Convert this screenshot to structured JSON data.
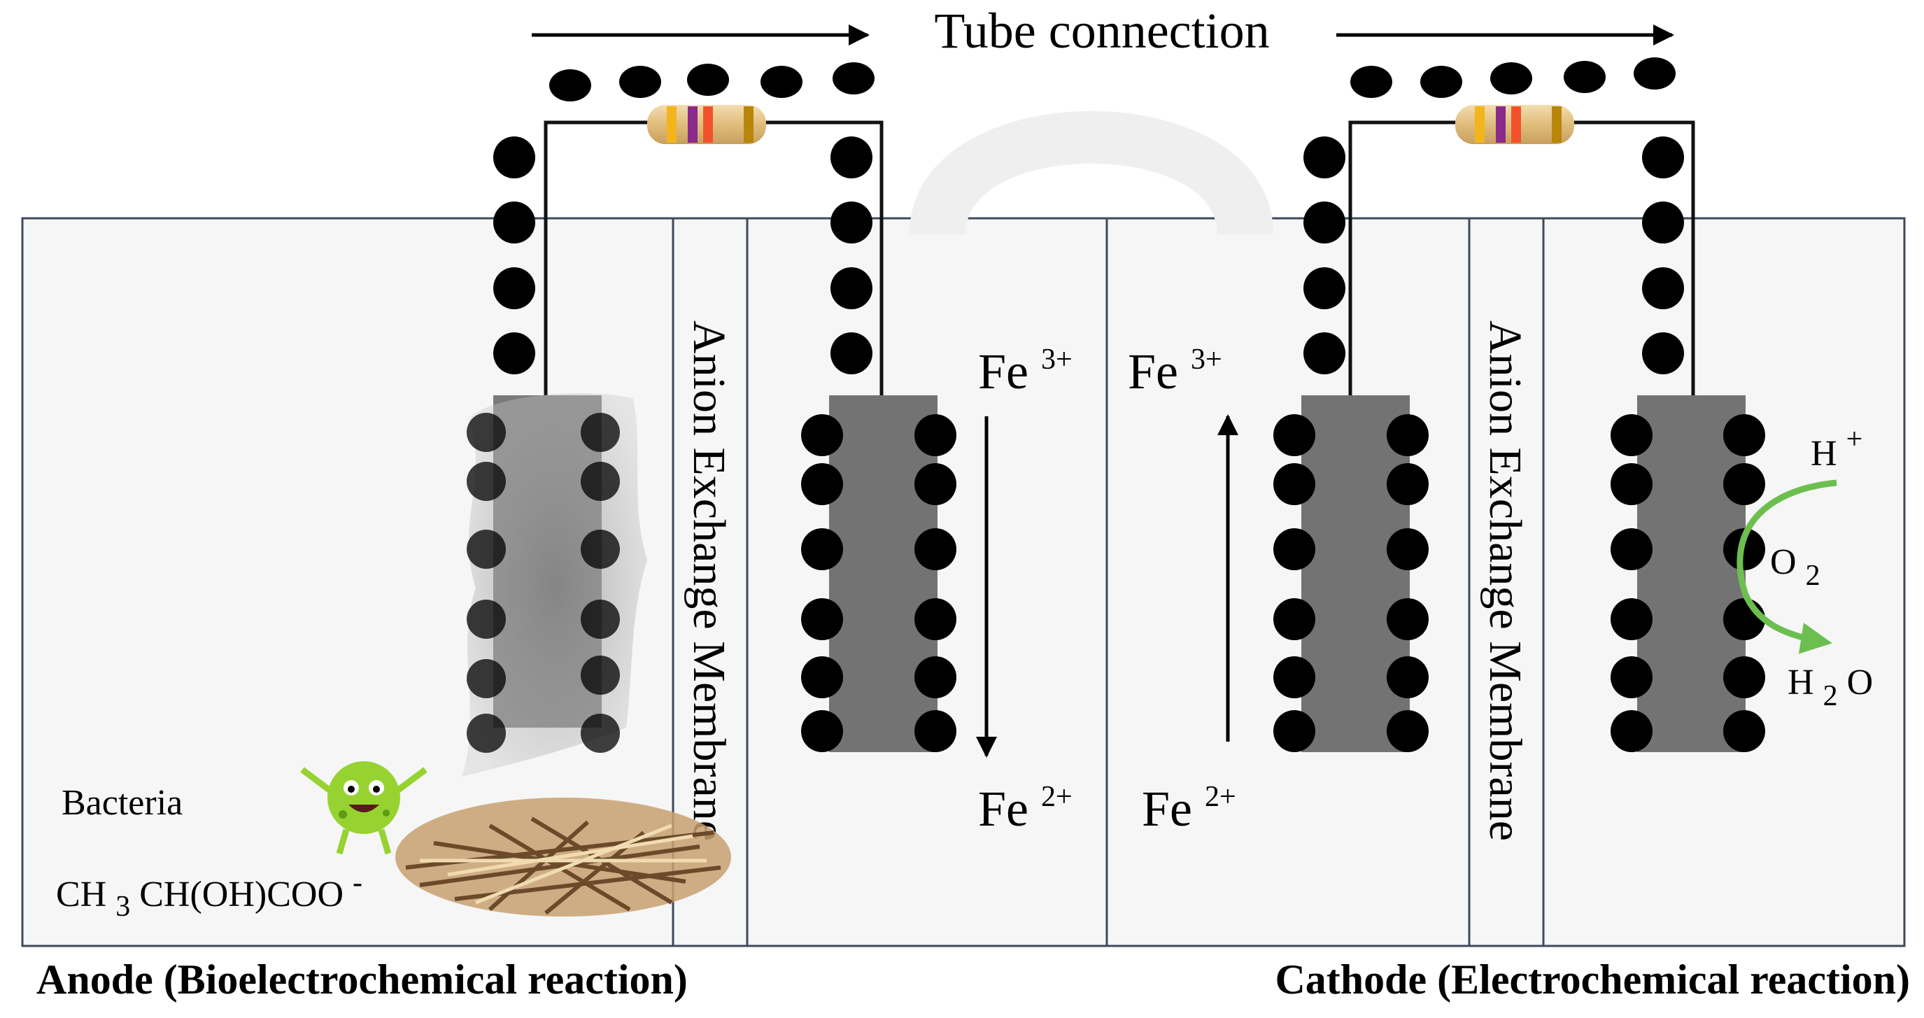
{
  "tube_connection_label": "Tube connection",
  "membrane_label": "Anion Exchange Membrane",
  "anode": {
    "caption": "Anode (Bioelectrochemical reaction)",
    "bacteria_label": "Bacteria",
    "substrate_formula": {
      "part1": "CH",
      "sub1": "3",
      "part2": "CH(OH)COO",
      "sup": "-"
    }
  },
  "cathode": {
    "caption": "Cathode (Electrochemical reaction)"
  },
  "iron_species": {
    "fe3_base": "Fe",
    "fe3_charge": "3+",
    "fe2_base": "Fe",
    "fe2_charge": "2+"
  },
  "oxygen_reaction": {
    "h_base": "H",
    "h_charge": "+",
    "o2_base": "O",
    "o2_sub": "2",
    "h2o_base1": "H",
    "h2o_sub": "2",
    "h2o_base2": "O"
  },
  "colors": {
    "cell_fill": "#f6f6f6",
    "cell_border": "#3f4a5a",
    "electrode": "#737373",
    "tube": "#efefef",
    "reaction_arrow": "#6cbf4f",
    "resistor_body": "#e6c98f"
  },
  "icons": [
    "resistor-icon",
    "bacteria-icon",
    "biofilm-icon",
    "electron-dot-icon"
  ]
}
